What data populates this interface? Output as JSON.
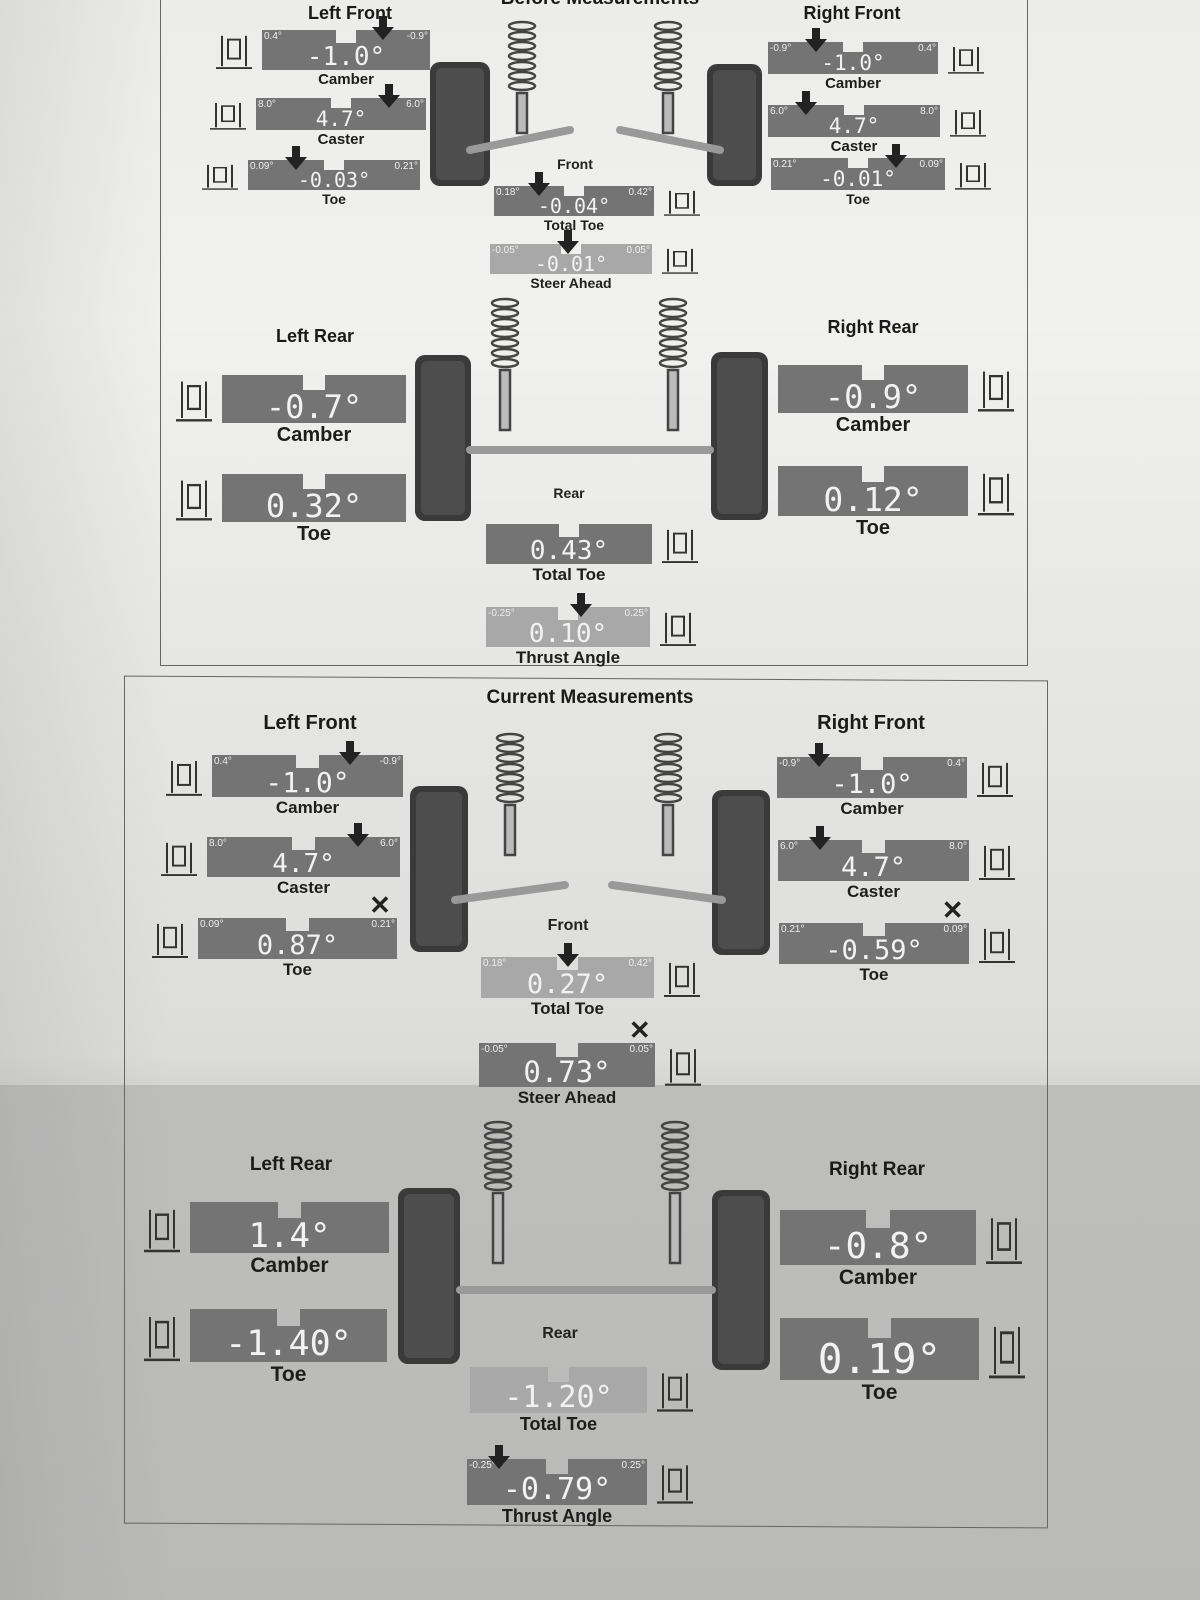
{
  "before": {
    "title": "Before Measurements",
    "left_front": "Left Front",
    "right_front": "Right Front",
    "front": "Front",
    "left_rear": "Left Rear",
    "right_rear": "Right Rear",
    "rear": "Rear",
    "gauges": {
      "lf_camber": {
        "label": "Camber",
        "value": "-1.0°",
        "min": "0.4°",
        "max": "-0.9°",
        "indicator": "arrow",
        "shade": "dark"
      },
      "lf_caster": {
        "label": "Caster",
        "value": "4.7°",
        "min": "8.0°",
        "max": "6.0°",
        "indicator": "arrow",
        "shade": "dark"
      },
      "lf_toe": {
        "label": "Toe",
        "value": "-0.03°",
        "min": "0.09°",
        "max": "0.21°",
        "indicator": "arrow",
        "shade": "dark"
      },
      "rf_camber": {
        "label": "Camber",
        "value": "-1.0°",
        "min": "-0.9°",
        "max": "0.4°",
        "indicator": "arrow",
        "shade": "dark"
      },
      "rf_caster": {
        "label": "Caster",
        "value": "4.7°",
        "min": "6.0°",
        "max": "8.0°",
        "indicator": "arrow",
        "shade": "dark"
      },
      "rf_toe": {
        "label": "Toe",
        "value": "-0.01°",
        "min": "0.21°",
        "max": "0.09°",
        "indicator": "arrow",
        "shade": "dark"
      },
      "front_total_toe": {
        "label": "Total Toe",
        "value": "-0.04°",
        "min": "0.18°",
        "max": "0.42°",
        "indicator": "arrow",
        "shade": "dark"
      },
      "steer_ahead": {
        "label": "Steer Ahead",
        "value": "-0.01°",
        "min": "-0.05°",
        "max": "0.05°",
        "indicator": "arrow",
        "shade": "light"
      },
      "lr_camber": {
        "label": "Camber",
        "value": "-0.7°",
        "indicator": "none",
        "shade": "dark"
      },
      "lr_toe": {
        "label": "Toe",
        "value": "0.32°",
        "indicator": "none",
        "shade": "dark"
      },
      "rr_camber": {
        "label": "Camber",
        "value": "-0.9°",
        "indicator": "none",
        "shade": "dark"
      },
      "rr_toe": {
        "label": "Toe",
        "value": "0.12°",
        "indicator": "none",
        "shade": "dark"
      },
      "rear_total_toe": {
        "label": "Total Toe",
        "value": "0.43°",
        "indicator": "none",
        "shade": "dark"
      },
      "thrust_angle": {
        "label": "Thrust Angle",
        "value": "0.10°",
        "min": "-0.25°",
        "max": "0.25°",
        "indicator": "arrow",
        "shade": "light"
      }
    }
  },
  "current": {
    "title": "Current Measurements",
    "left_front": "Left Front",
    "right_front": "Right Front",
    "front": "Front",
    "left_rear": "Left Rear",
    "right_rear": "Right Rear",
    "rear": "Rear",
    "gauges": {
      "lf_camber": {
        "label": "Camber",
        "value": "-1.0°",
        "min": "0.4°",
        "max": "-0.9°",
        "indicator": "arrow",
        "shade": "dark"
      },
      "lf_caster": {
        "label": "Caster",
        "value": "4.7°",
        "min": "8.0°",
        "max": "6.0°",
        "indicator": "arrow",
        "shade": "dark"
      },
      "lf_toe": {
        "label": "Toe",
        "value": "0.87°",
        "min": "0.09°",
        "max": "0.21°",
        "indicator": "x",
        "shade": "dark"
      },
      "rf_camber": {
        "label": "Camber",
        "value": "-1.0°",
        "min": "-0.9°",
        "max": "0.4°",
        "indicator": "arrow",
        "shade": "dark"
      },
      "rf_caster": {
        "label": "Caster",
        "value": "4.7°",
        "min": "6.0°",
        "max": "8.0°",
        "indicator": "arrow",
        "shade": "dark"
      },
      "rf_toe": {
        "label": "Toe",
        "value": "-0.59°",
        "min": "0.21°",
        "max": "0.09°",
        "indicator": "x",
        "shade": "dark"
      },
      "front_total_toe": {
        "label": "Total Toe",
        "value": "0.27°",
        "min": "0.18°",
        "max": "0.42°",
        "indicator": "arrow",
        "shade": "light"
      },
      "steer_ahead": {
        "label": "Steer Ahead",
        "value": "0.73°",
        "min": "-0.05°",
        "max": "0.05°",
        "indicator": "x",
        "shade": "dark"
      },
      "lr_camber": {
        "label": "Camber",
        "value": "1.4°",
        "indicator": "none",
        "shade": "dark"
      },
      "lr_toe": {
        "label": "Toe",
        "value": "-1.40°",
        "indicator": "none",
        "shade": "dark"
      },
      "rr_camber": {
        "label": "Camber",
        "value": "-0.8°",
        "indicator": "none",
        "shade": "dark"
      },
      "rr_toe": {
        "label": "Toe",
        "value": "0.19°",
        "indicator": "none",
        "shade": "dark"
      },
      "rear_total_toe": {
        "label": "Total Toe",
        "value": "-1.20°",
        "indicator": "none",
        "shade": "light"
      },
      "thrust_angle": {
        "label": "Thrust Angle",
        "value": "-0.79°",
        "min": "-0.25°",
        "max": "0.25°",
        "indicator": "arrow",
        "shade": "dark"
      }
    }
  }
}
